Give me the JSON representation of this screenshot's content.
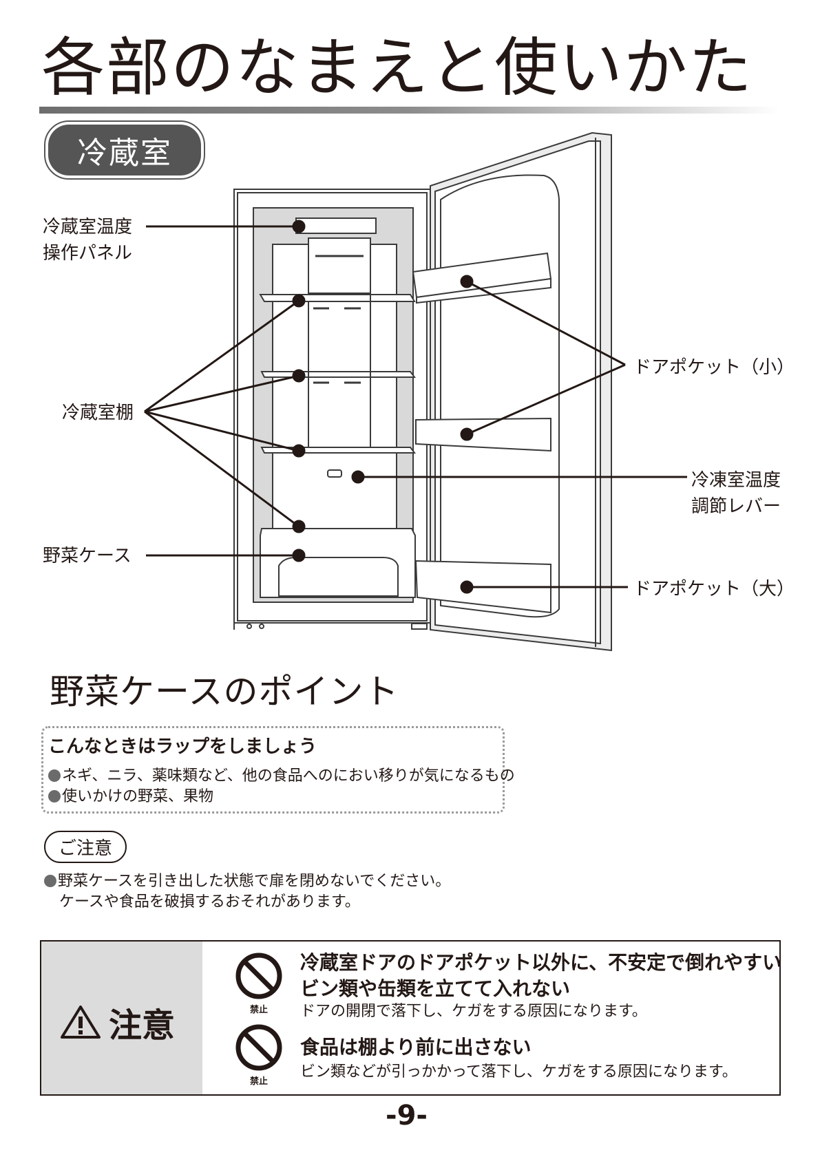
{
  "title": "各部のなまえと使いかた",
  "section": "冷蔵室",
  "labels": {
    "panel": [
      "冷蔵室温度",
      "操作パネル"
    ],
    "shelf": "冷蔵室棚",
    "vegetable_case": "野菜ケース",
    "door_pocket_small": "ドアポケット（小）",
    "freezer_lever": [
      "冷凍室温度",
      "調節レバー"
    ],
    "door_pocket_large": "ドアポケット（大）"
  },
  "veg_points": {
    "title": "野菜ケースのポイント",
    "heading": "こんなときはラップをしましょう",
    "items": [
      "ネギ、ニラ、薬味類など、他の食品へのにおい移りが気になるもの",
      "使いかけの野菜、果物"
    ]
  },
  "notice": {
    "label": "ご注意",
    "lines": [
      "野菜ケースを引き出した状態で扉を閉めないでください。",
      "ケースや食品を破損するおそれがあります。"
    ]
  },
  "caution": {
    "label": "注意",
    "items": [
      {
        "icon_label": "禁止",
        "heading": [
          "冷蔵室ドアのドアポケット以外に、不安定で倒れやすい",
          "ビン類や缶類を立てて入れない"
        ],
        "detail": "ドアの開閉で落下し、ケガをする原因になります。"
      },
      {
        "icon_label": "禁止",
        "heading": [
          "食品は棚より前に出さない"
        ],
        "detail": "ビン類などが引っかかって落下し、ケガをする原因になります。"
      }
    ]
  },
  "page_number": "-9-"
}
